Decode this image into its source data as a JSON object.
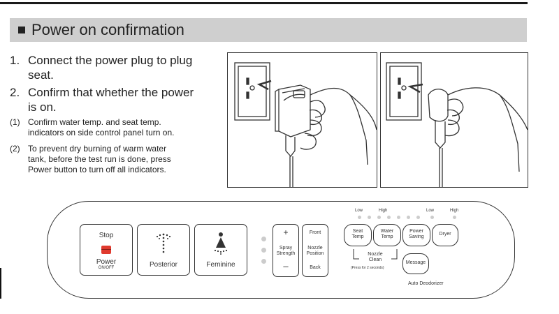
{
  "heading": {
    "title": "Power on confirmation"
  },
  "steps": [
    {
      "num": "1.",
      "line1": "Connect the power plug to plug",
      "line2": "seat."
    },
    {
      "num": "2.",
      "line1": "Confirm that whether the power",
      "line2": "is on."
    }
  ],
  "notes": [
    {
      "num": "(1)",
      "line1": "Confirm water temp. and seat temp.",
      "line2": "indicators on side control panel turn on."
    },
    {
      "num": "(2)",
      "line1": "To prevent dry burning of warm water",
      "line2": "tank, before the test run is done, press",
      "line3": "Power button to turn off all indicators."
    }
  ],
  "panel": {
    "power": {
      "stop": "Stop",
      "label": "Power",
      "sub": "ON/OFF"
    },
    "posterior": "Posterior",
    "feminine": "Feminine",
    "spray": {
      "plus": "+",
      "label1": "Spray",
      "label2": "Strength",
      "minus": "–"
    },
    "nozzle": {
      "front": "Front",
      "label1": "Nozzle",
      "label2": "Position",
      "back": "Back"
    },
    "seat_temp": {
      "l1": "Seat",
      "l2": "Temp"
    },
    "water_temp": {
      "l1": "Water",
      "l2": "Temp"
    },
    "power_saving": {
      "l1": "Power",
      "l2": "Saving"
    },
    "dryer": "Dryer",
    "message": "Message",
    "nozzle_clean": {
      "l1": "Nozzle",
      "l2": "Clean",
      "hint": "(Press for 2 seconds)"
    },
    "auto_deodorizer": "Auto Deodorizer",
    "levels": {
      "low1": "Low",
      "high1": "High",
      "low2": "Low",
      "high2": "High"
    }
  },
  "colors": {
    "heading_bg": "#cfcfcf",
    "power_button": "#e03a2e",
    "rule": "#1a1a1a"
  }
}
